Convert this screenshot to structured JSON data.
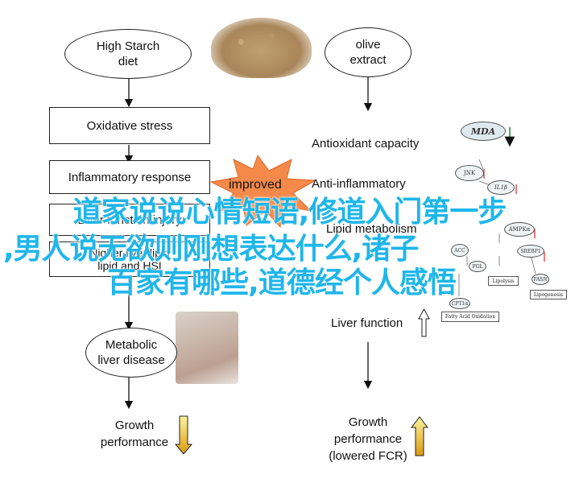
{
  "left": {
    "start": "High Starch\ndiet",
    "steps": [
      "Oxidative stress",
      "Inflammatory response",
      "Liver function injury",
      "Nigher liver lipid\nlipid and HSI"
    ],
    "disease": "Metabolic\nliver disease",
    "outcome": "Growth\nperformance"
  },
  "right": {
    "start": "olive\nextract",
    "steps": [
      "Antioxidant capacity",
      "Anti-inflammatory",
      "Lipid metabolism",
      "Liver function"
    ],
    "outcome": "Growth\nperformance\n(lowered FCR)"
  },
  "burst": "improved",
  "molecules": {
    "mda": "MDA",
    "jnk": "JNK",
    "il1b": "IL1β",
    "ampk": "AMPKα",
    "srebp": "SREBP1",
    "acc": "ACC",
    "pgl": "PGL",
    "fasn": "FASN",
    "cpt": "CPT1α",
    "lipolysis": "Lipolysis",
    "lipogenesis": "Lipogenesis",
    "fao": "Fatty Acid Oxidation"
  },
  "overlay": {
    "line1": "道家说说心情短语,修道入门第一步",
    "line2": ",男人说无欲则刚想表达什么,诸子",
    "line3": "百家有哪些,道德经个人感悟"
  }
}
